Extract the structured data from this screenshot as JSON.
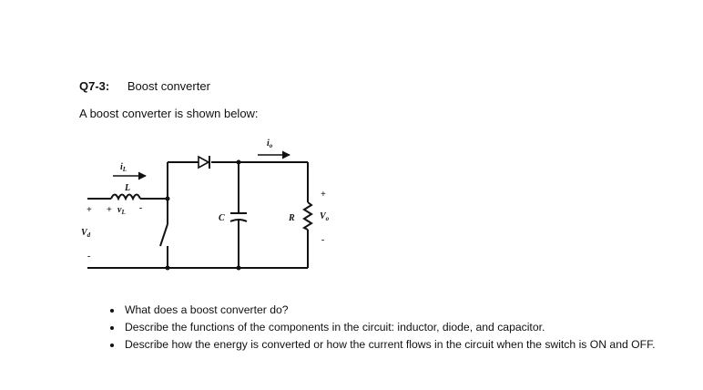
{
  "heading": {
    "number": "Q7-3:",
    "title": "Boost converter"
  },
  "intro": "A boost converter is shown below:",
  "circuit": {
    "labels": {
      "iL": "i",
      "iL_sub": "L",
      "L": "L",
      "vL": "v",
      "vL_sub": "L",
      "vL_plus": "+",
      "vL_minus": "-",
      "Vd": "V",
      "Vd_sub": "d",
      "Vd_plus": "+",
      "Vd_minus": "-",
      "C": "C",
      "R": "R",
      "Vo": "V",
      "Vo_sub": "o",
      "Vo_plus": "+",
      "Vo_minus": "-",
      "io": "i",
      "io_sub": "o"
    }
  },
  "questions": [
    "What does a boost converter do?",
    "Describe the functions of the components in the circuit: inductor, diode, and capacitor.",
    "Describe how the energy is converted or how the current flows in the circuit when the switch is ON and OFF."
  ]
}
